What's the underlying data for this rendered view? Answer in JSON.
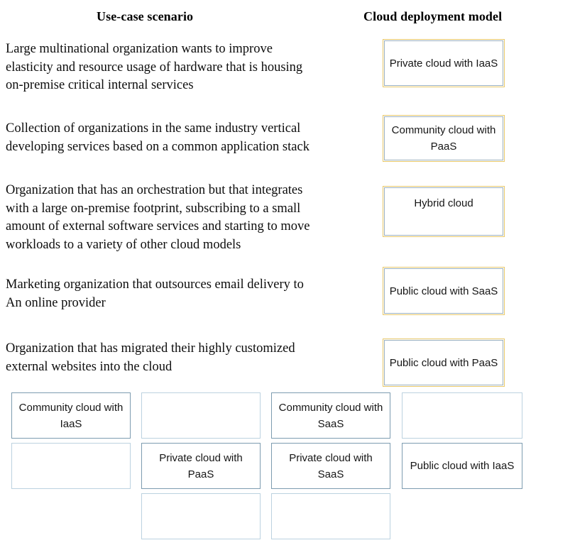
{
  "headers": {
    "left": "Use-case scenario",
    "right": "Cloud deployment model"
  },
  "scenarios": [
    {
      "id": "scenario-1",
      "lines": [
        "Large multinational organization wants to improve",
        "elasticity and resource usage of hardware that is housing",
        "on-premise critical internal services"
      ]
    },
    {
      "id": "scenario-2",
      "lines": [
        "Collection of organizations in the same industry vertical",
        "developing services based on a common application stack"
      ]
    },
    {
      "id": "scenario-3",
      "lines": [
        "Organization that has an orchestration but that integrates",
        "with a large on-premise footprint, subscribing to a small",
        "amount of external software services and starting to move",
        "workloads to a variety of other cloud models"
      ]
    },
    {
      "id": "scenario-4",
      "lines": [
        "Marketing organization that outsources email delivery to",
        "An online provider"
      ]
    },
    {
      "id": "scenario-5",
      "lines": [
        "Organization that has migrated their highly customized",
        "external websites into the cloud"
      ]
    }
  ],
  "answer_slots": [
    {
      "id": "slot-1",
      "label": "Private cloud with IaaS",
      "align": "center"
    },
    {
      "id": "slot-2",
      "label": "Community cloud with PaaS",
      "align": "center"
    },
    {
      "id": "slot-3",
      "label": "Hybrid cloud",
      "align": "top"
    },
    {
      "id": "slot-4",
      "label": "Public cloud with SaaS",
      "align": "center"
    },
    {
      "id": "slot-5",
      "label": "Public cloud with PaaS",
      "align": "center"
    }
  ],
  "option_tiles": [
    {
      "id": "tile-r1c1",
      "label": "Community cloud with IaaS",
      "filled": true
    },
    {
      "id": "tile-r1c2",
      "label": "",
      "filled": false
    },
    {
      "id": "tile-r1c3",
      "label": "Community cloud with SaaS",
      "filled": true
    },
    {
      "id": "tile-r1c4",
      "label": "",
      "filled": false
    },
    {
      "id": "tile-r2c1",
      "label": "",
      "filled": false
    },
    {
      "id": "tile-r2c2",
      "label": "Private cloud with PaaS",
      "filled": true
    },
    {
      "id": "tile-r2c3",
      "label": "Private cloud with SaaS",
      "filled": true
    },
    {
      "id": "tile-r2c4",
      "label": "Public cloud with IaaS",
      "filled": true
    },
    {
      "id": "tile-r3c2",
      "label": "",
      "filled": false
    },
    {
      "id": "tile-r3c3",
      "label": "",
      "filled": false
    }
  ],
  "colors": {
    "slot_outer_border": "#e8c86a",
    "slot_inner_border": "#9bb0bf",
    "tile_filled_border": "#7d9cb0",
    "tile_empty_border": "#bcd2e0",
    "text": "#161616",
    "background": "#ffffff"
  }
}
